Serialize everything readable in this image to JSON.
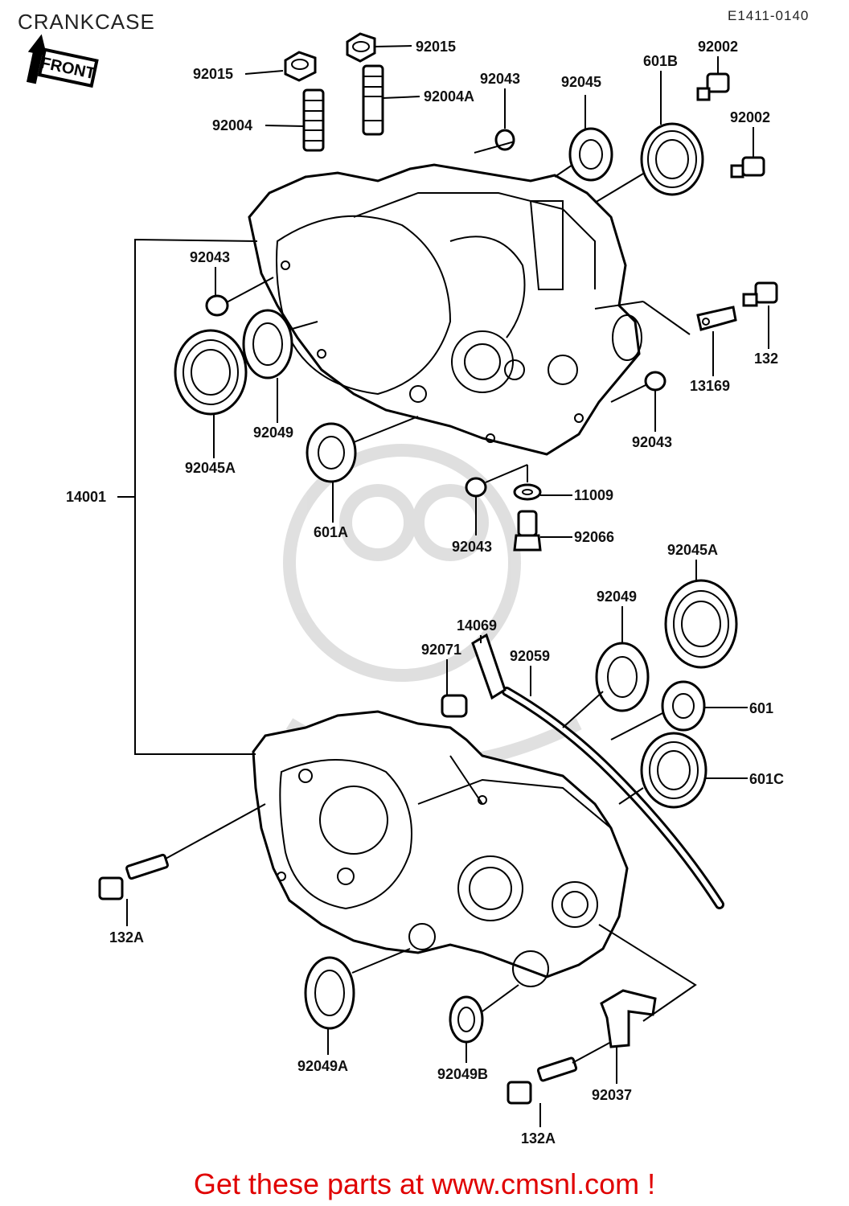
{
  "header": {
    "title": "CRANKCASE",
    "diagram_code": "E1411-0140",
    "front_label": "FRONT"
  },
  "parts": [
    {
      "id": "p1",
      "label": "92015"
    },
    {
      "id": "p2",
      "label": "92015"
    },
    {
      "id": "p3",
      "label": "92004"
    },
    {
      "id": "p4",
      "label": "92004A"
    },
    {
      "id": "p5",
      "label": "92043"
    },
    {
      "id": "p6",
      "label": "92045"
    },
    {
      "id": "p7",
      "label": "601B"
    },
    {
      "id": "p8",
      "label": "92002"
    },
    {
      "id": "p9",
      "label": "92002"
    },
    {
      "id": "p10",
      "label": "92043"
    },
    {
      "id": "p11",
      "label": "92049"
    },
    {
      "id": "p12",
      "label": "92045A"
    },
    {
      "id": "p13",
      "label": "132"
    },
    {
      "id": "p14",
      "label": "13169"
    },
    {
      "id": "p15",
      "label": "92043"
    },
    {
      "id": "p16",
      "label": "14001"
    },
    {
      "id": "p17",
      "label": "601A"
    },
    {
      "id": "p18",
      "label": "11009"
    },
    {
      "id": "p19",
      "label": "92043"
    },
    {
      "id": "p20",
      "label": "92066"
    },
    {
      "id": "p21",
      "label": "92045A"
    },
    {
      "id": "p22",
      "label": "92049"
    },
    {
      "id": "p23",
      "label": "14069"
    },
    {
      "id": "p24",
      "label": "92071"
    },
    {
      "id": "p25",
      "label": "92059"
    },
    {
      "id": "p26",
      "label": "601"
    },
    {
      "id": "p27",
      "label": "601C"
    },
    {
      "id": "p28",
      "label": "132A"
    },
    {
      "id": "p29",
      "label": "92049A"
    },
    {
      "id": "p30",
      "label": "92049B"
    },
    {
      "id": "p31",
      "label": "92037"
    },
    {
      "id": "p32",
      "label": "132A"
    }
  ],
  "footer": {
    "text": "Get these parts at www.cmsnl.com !",
    "color": "#e00000"
  }
}
